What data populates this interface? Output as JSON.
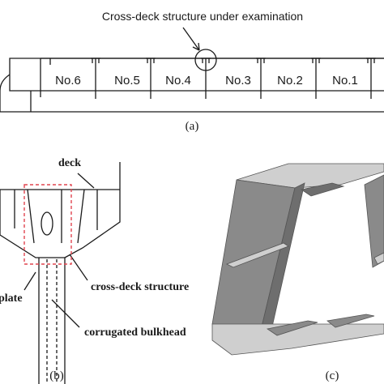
{
  "panel_a": {
    "annotation": "Cross-deck structure under examination",
    "compartments": [
      "No.6",
      "No.5",
      "No.4",
      "No.3",
      "No.2",
      "No.1"
    ],
    "caption": "(a)"
  },
  "panel_b": {
    "labels": {
      "deck": "deck",
      "plate": "plate",
      "cross_deck": "cross-deck structure",
      "bulkhead": "corrugated bulkhead"
    },
    "caption": "(b)"
  },
  "panel_c": {
    "caption": "(c)"
  },
  "colors": {
    "line": "#1a1a1a",
    "dashed_box": "#e0454f",
    "plate_face": "#8a8a8a",
    "plate_dark": "#6e6e6e",
    "plate_light": "#cfcfcf"
  }
}
